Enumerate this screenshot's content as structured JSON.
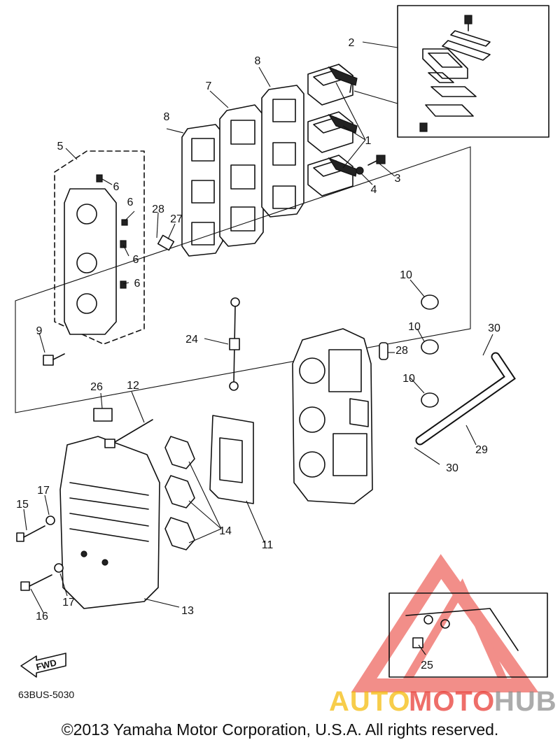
{
  "diagram": {
    "diagram_code": "63BUS-5030",
    "fwd_label": "FWD",
    "callouts": {
      "c1": "1",
      "c2": "2",
      "c3": "3",
      "c4": "4",
      "c5": "5",
      "c6a": "6",
      "c6b": "6",
      "c6c": "6",
      "c6d": "6",
      "c7": "7",
      "c8a": "8",
      "c8b": "8",
      "c9": "9",
      "c10a": "10",
      "c10b": "10",
      "c10c": "10",
      "c11": "11",
      "c12": "12",
      "c13": "13",
      "c14": "14",
      "c15": "15",
      "c16": "16",
      "c17a": "17",
      "c17b": "17",
      "c24": "24",
      "c25": "25",
      "c26": "26",
      "c27": "27",
      "c28a": "28",
      "c28b": "28",
      "c29": "29",
      "c30a": "30",
      "c30b": "30"
    }
  },
  "watermark": {
    "part1": "AUTO",
    "part2": "MOTO",
    "part3": "HUB",
    "color_auto": "#f5b800",
    "color_moto": "#e8322a",
    "color_hub": "#8a8a8a"
  },
  "copyright": "©2013 Yamaha Motor Corporation, U.S.A. All rights reserved."
}
